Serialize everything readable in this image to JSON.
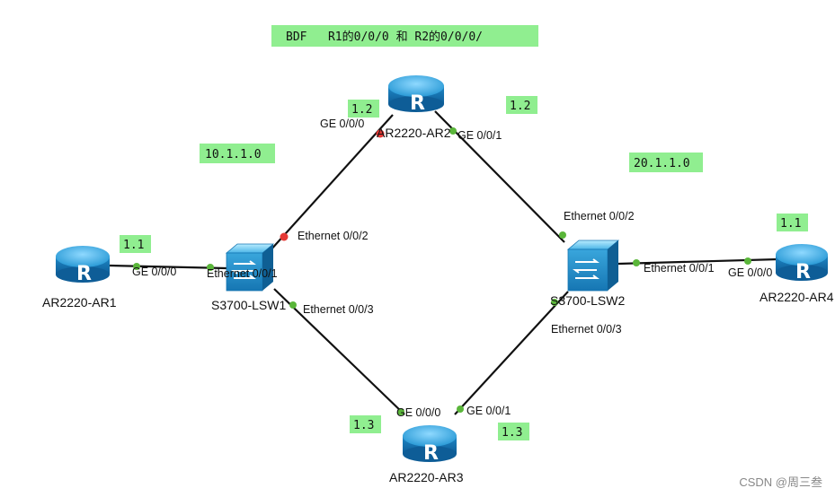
{
  "title_note": "BDF   R1的0/0/0 和 R2的0/0/0/",
  "networks": {
    "left": "10.1.1.0",
    "right": "20.1.1.0"
  },
  "devices": {
    "ar1": {
      "name": "AR2220-AR1",
      "ip": "1.1"
    },
    "ar2": {
      "name": "AR2220-AR2",
      "ip_left": "1.2",
      "ip_right": "1.2"
    },
    "ar3": {
      "name": "AR2220-AR3",
      "ip_left": "1.3",
      "ip_right": "1.3"
    },
    "ar4": {
      "name": "AR2220-AR4",
      "ip": "1.1"
    },
    "lsw1": {
      "name": "S3700-LSW1"
    },
    "lsw2": {
      "name": "S3700-LSW2"
    }
  },
  "interfaces": {
    "ar1_ge000": "GE 0/0/0",
    "lsw1_e001": "Ethernet 0/0/1",
    "lsw1_e002": "Ethernet 0/0/2",
    "lsw1_e003": "Ethernet 0/0/3",
    "ar2_ge000": "GE 0/0/0",
    "ar2_ge001": "GE 0/0/1",
    "lsw2_e002": "Ethernet 0/0/2",
    "lsw2_e001": "Ethernet 0/0/1",
    "lsw2_e003": "Ethernet 0/0/3",
    "ar4_ge000": "GE 0/0/0",
    "ar3_ge000": "GE 0/0/0",
    "ar3_ge001": "GE 0/0/1"
  },
  "watermark": "CSDN @周三叁",
  "colors": {
    "label_bg": "#90ee90",
    "port_up": "#5ab63a",
    "port_down": "#e53935",
    "router_blue": "#2c9fd9",
    "line": "#111111"
  }
}
